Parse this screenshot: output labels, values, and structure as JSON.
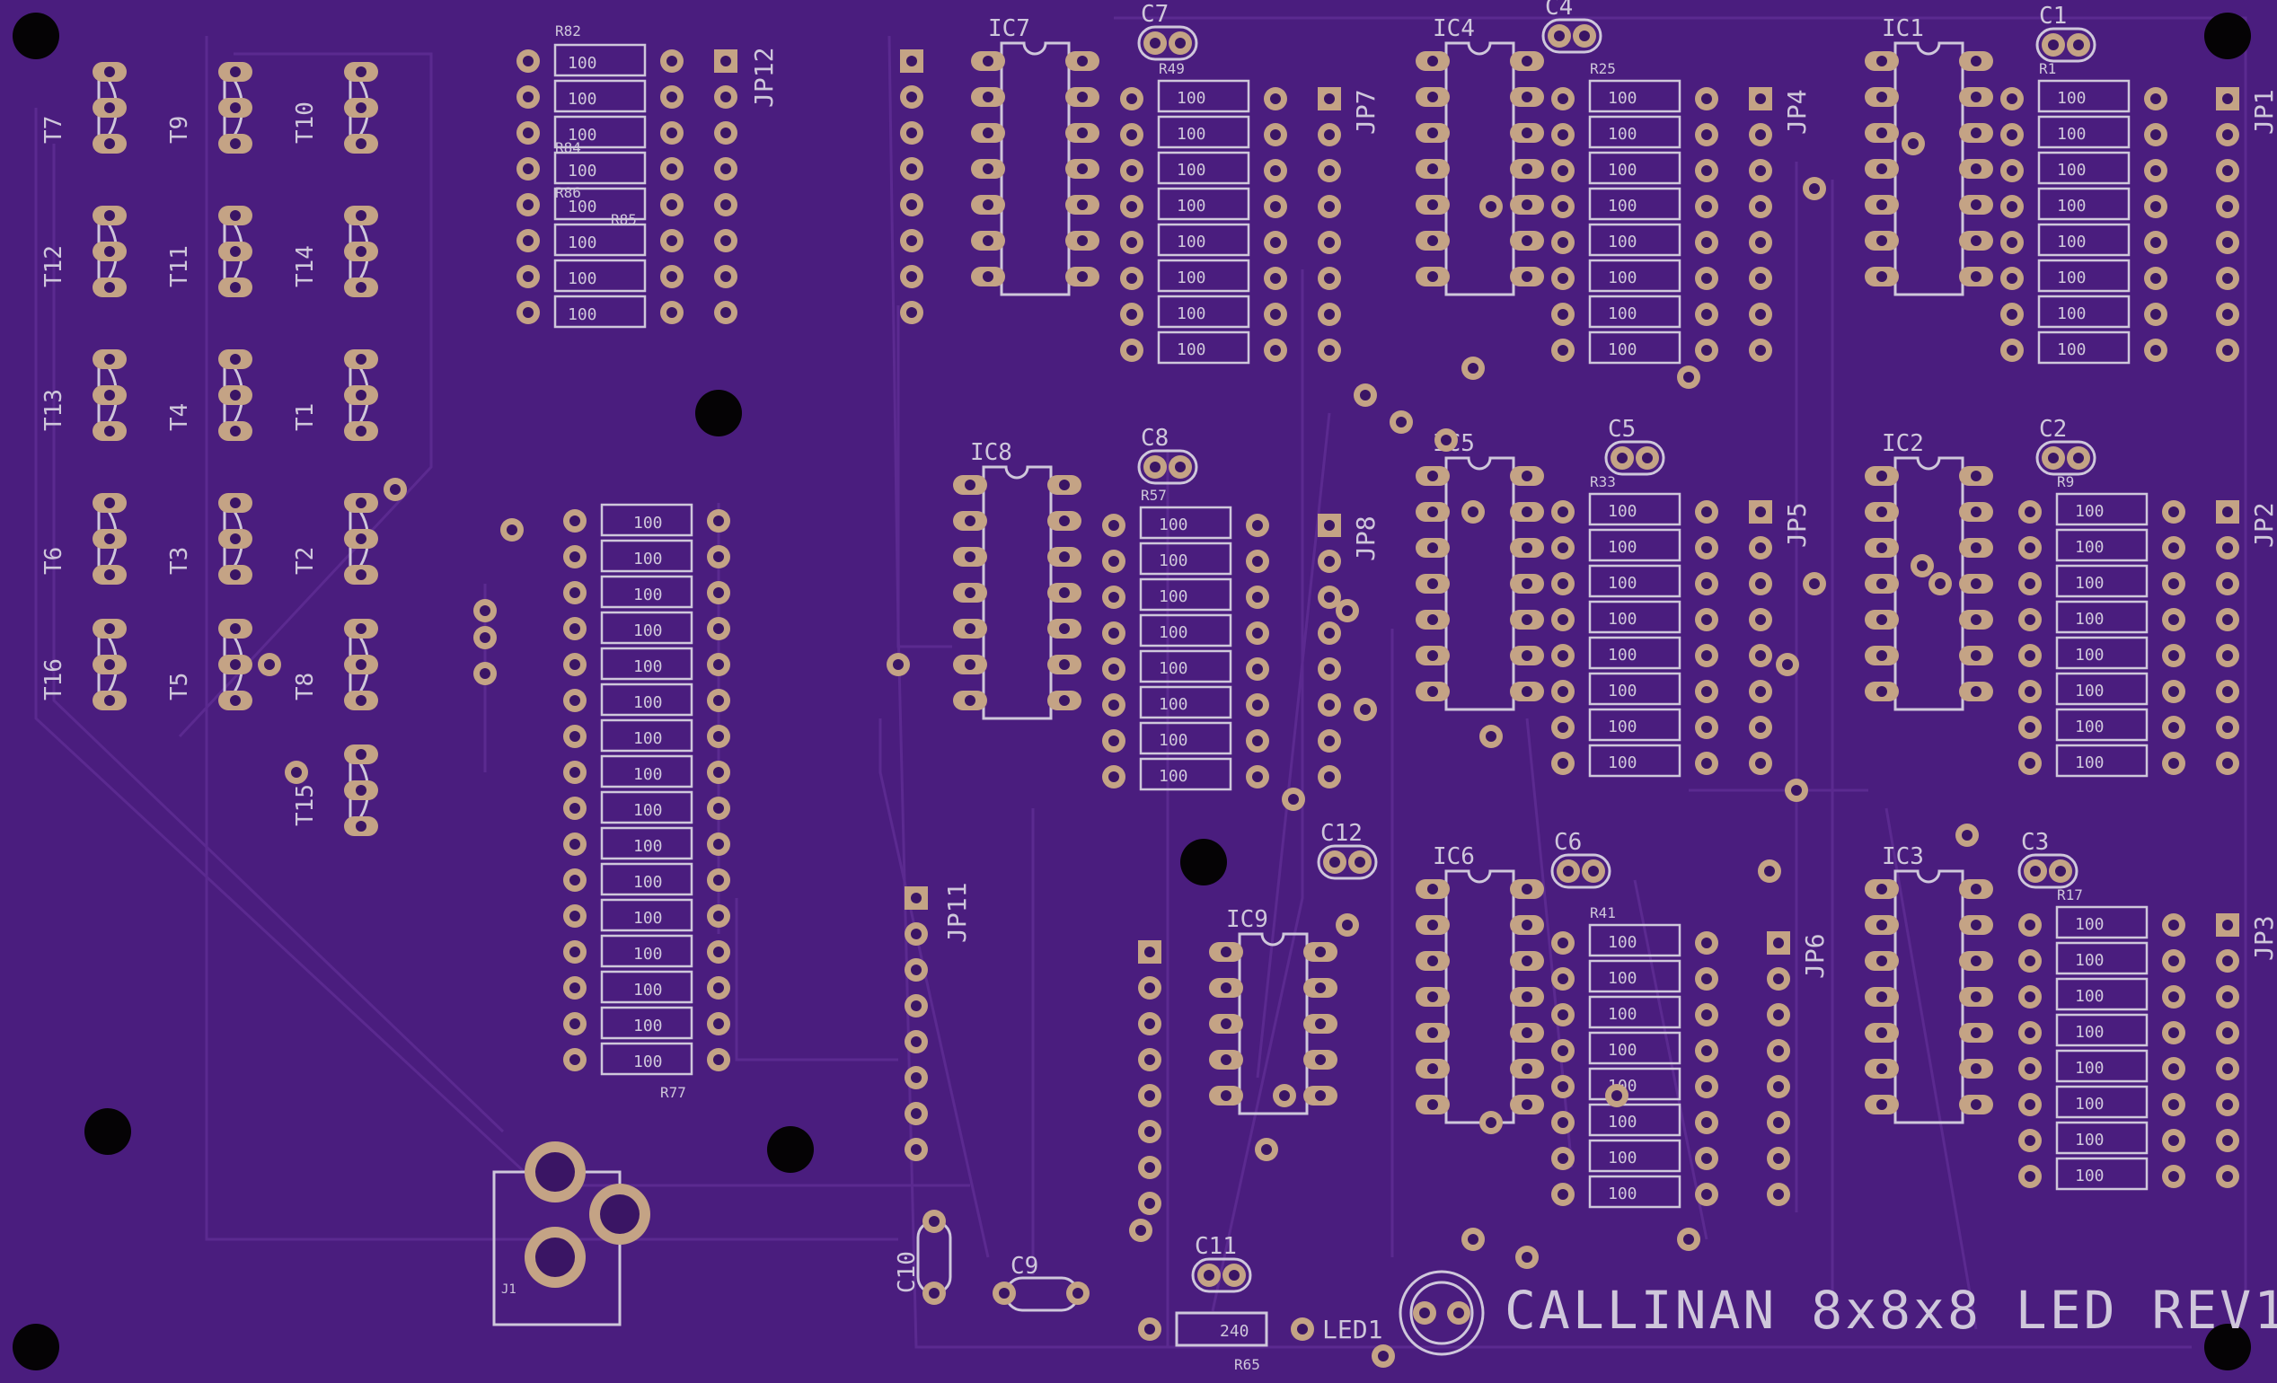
{
  "board": {
    "title": "CALLINAN 8x8x8 LED REV1",
    "colors": {
      "substrate": "#4a1d7e",
      "trace": "#5b2a90",
      "pad": "#c4a385",
      "hole": "#3a1564",
      "silk": "#cfc7db",
      "mount": "#050305"
    }
  },
  "transistors": [
    "T7",
    "T9",
    "T10",
    "T12",
    "T11",
    "T14",
    "T13",
    "T4",
    "T1",
    "T6",
    "T3",
    "T2",
    "T16",
    "T5",
    "T8",
    "T15"
  ],
  "ics": [
    "IC7",
    "IC4",
    "IC1",
    "IC8",
    "IC5",
    "IC2",
    "IC9",
    "IC6",
    "IC3"
  ],
  "caps": [
    "C7",
    "C4",
    "C1",
    "C8",
    "C5",
    "C2",
    "C12",
    "C6",
    "C3",
    "C11",
    "C9",
    "C10"
  ],
  "headers": [
    "JP12",
    "JP7",
    "JP4",
    "JP1",
    "JP8",
    "JP5",
    "JP2",
    "JP11",
    "JP6",
    "JP3"
  ],
  "resistor_groups": [
    "R82",
    "R84",
    "R86",
    "R85",
    "R49",
    "R57",
    "R25",
    "R1",
    "R33",
    "R9",
    "R41",
    "R17",
    "R77",
    "R65"
  ],
  "led": "LED1",
  "jack": "J1",
  "values": {
    "r100": "100",
    "r240": "240"
  }
}
